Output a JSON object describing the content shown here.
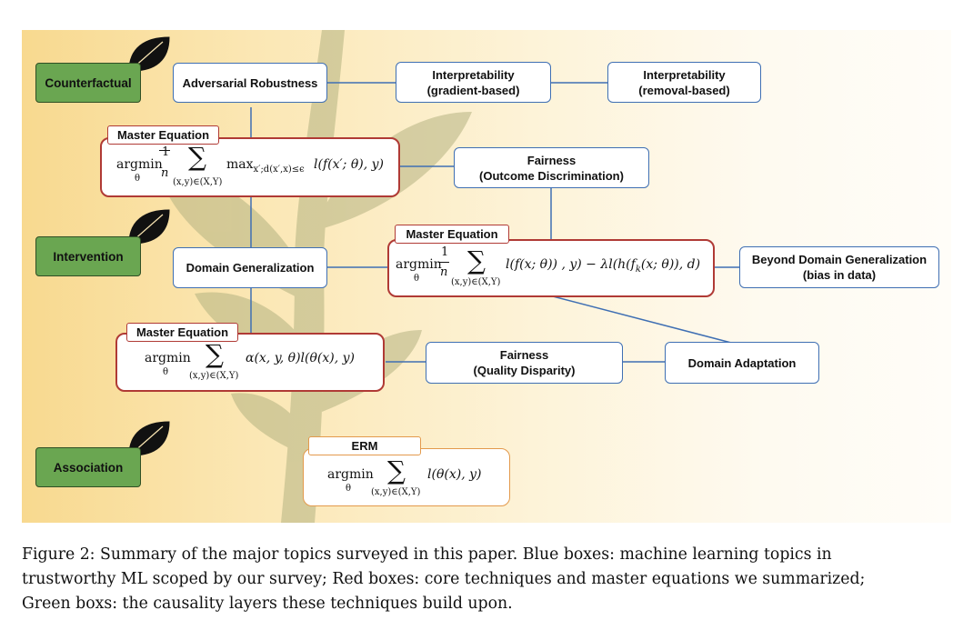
{
  "nodes": {
    "counterfactual": "Counterfactual",
    "intervention": "Intervention",
    "association": "Association",
    "adversarial_robustness": "Adversarial Robustness",
    "interp_gradient_l1": "Interpretability",
    "interp_gradient_l2": "(gradient-based)",
    "interp_removal_l1": "Interpretability",
    "interp_removal_l2": "(removal-based)",
    "fairness_outcome_l1": "Fairness",
    "fairness_outcome_l2": "(Outcome Discrimination)",
    "domain_generalization": "Domain Generalization",
    "beyond_dg_l1": "Beyond Domain Generalization",
    "beyond_dg_l2": "(bias in data)",
    "fairness_quality_l1": "Fairness",
    "fairness_quality_l2": "(Quality Disparity)",
    "domain_adaptation": "Domain Adaptation"
  },
  "equations": {
    "master_label": "Master Equation",
    "erm_label": "ERM",
    "argmin": "argmin",
    "theta": "θ",
    "sigma": "∑",
    "one": "1",
    "n": "n",
    "sum_range": "(x,y)∈(X,Y)",
    "eq1_max": "max",
    "eq1_max_sub": "x′;d(x′,x)≤ϵ",
    "eq1_body": "l(f(x′; θ), y)",
    "eq2_body": "l(f(x; θ)) , y) − λl(h(f",
    "eq2_k": "k",
    "eq2_tail": "(x; θ)), d)",
    "eq3_body": "α(x, y, θ)l(θ(x), y)",
    "eq4_body": "l(θ(x), y)"
  },
  "caption": {
    "line1": "Figure 2: Summary of the major topics surveyed in this paper. Blue boxes: machine learning topics in",
    "line2": "trustworthy ML scoped by our survey; Red boxes: core techniques and master equations we summarized;",
    "line3": "Green boxs: the causality layers these techniques build upon."
  },
  "colors": {
    "blue_border": "#3f6fb3",
    "red_border": "#b03a35",
    "green_fill": "#6aa651",
    "orange_border": "#e39a4c",
    "tree": "#b8b486"
  }
}
